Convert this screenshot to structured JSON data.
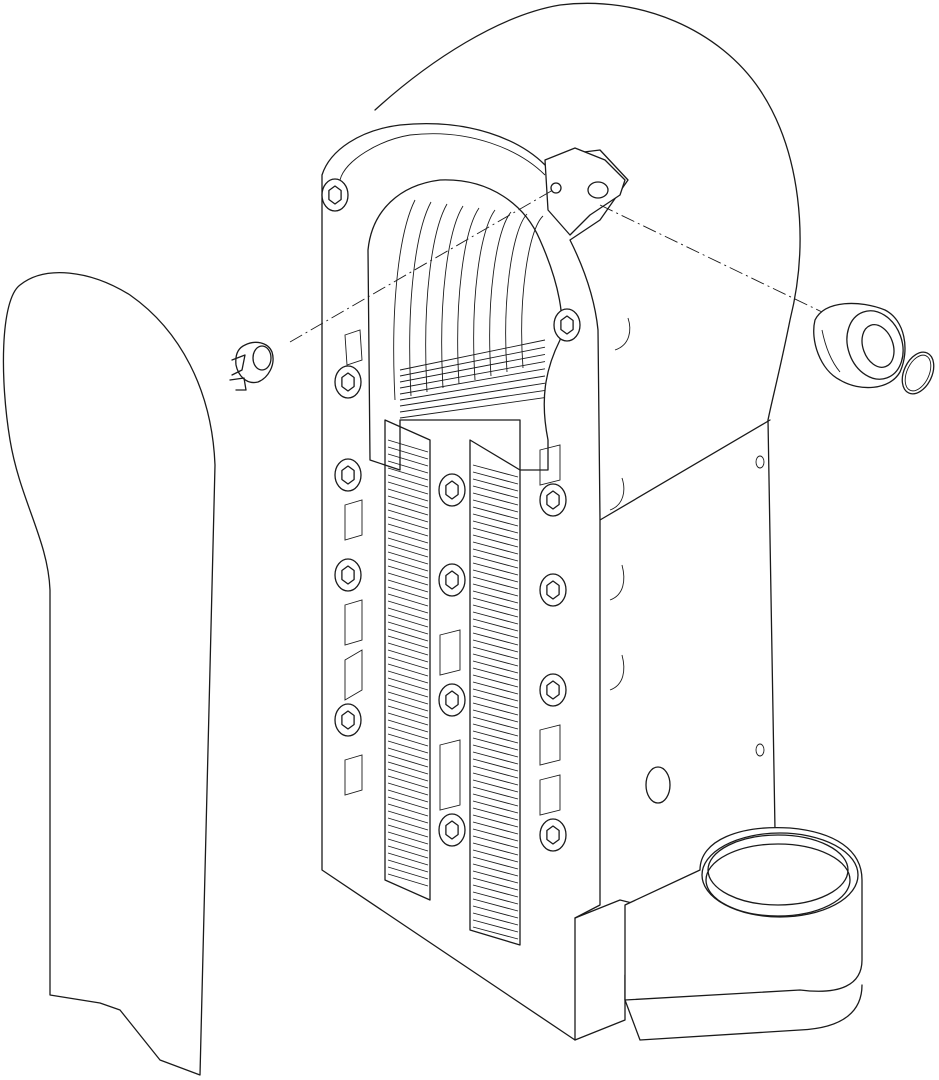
{
  "diagram": {
    "type": "exploded-view line drawing",
    "colors": {
      "line": "#1a1a1a",
      "background": "#ffffff"
    },
    "parts": [
      "gasket-panel",
      "heat-exchanger-block",
      "clip-fitting",
      "grommet",
      "o-ring"
    ]
  }
}
